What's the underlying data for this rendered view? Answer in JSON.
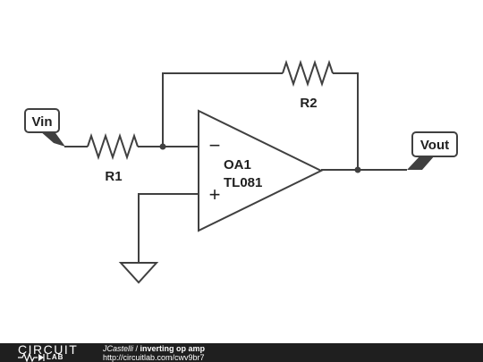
{
  "diagram": {
    "labels": {
      "vin": "Vin",
      "vout": "Vout",
      "r1": "R1",
      "r2": "R2",
      "opamp_ref": "OA1",
      "opamp_part": "TL081",
      "minus": "−",
      "plus": "+"
    }
  },
  "footer": {
    "logo_top": "CIRCUIT",
    "logo_bottom": "LAB",
    "author": "JCastelli",
    "separator": " / ",
    "title": "inverting op amp",
    "url": "http://circuitlab.com/cwv9br7"
  },
  "colors": {
    "wire": "#404040",
    "footer_bg": "#1f1f1f"
  }
}
